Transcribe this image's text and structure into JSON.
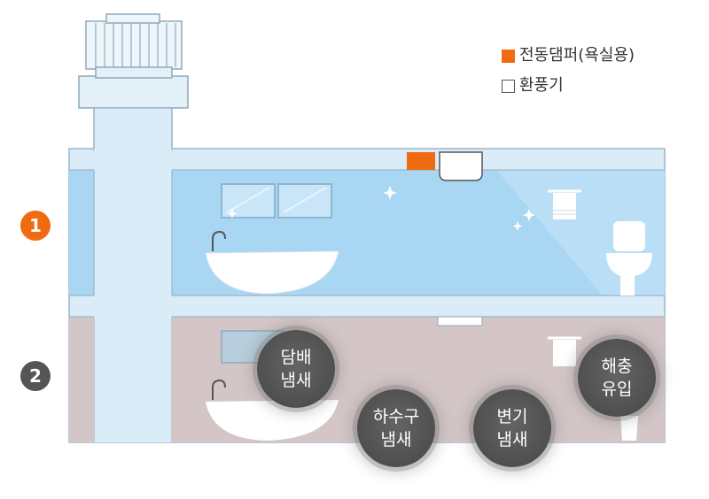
{
  "legend": {
    "damper_label": "전동댐퍼(욕실용)",
    "fan_label": "환풍기",
    "damper_color": "#f06a12"
  },
  "floors": [
    {
      "label": "1",
      "color": "#f06a12"
    },
    {
      "label": "2",
      "color": "#555555"
    }
  ],
  "odor_bubbles": [
    {
      "line1": "담배",
      "line2": "냄새"
    },
    {
      "line1": "하수구",
      "line2": "냄새"
    },
    {
      "line1": "변기",
      "line2": "냄새"
    },
    {
      "line1": "해충",
      "line2": "유입"
    }
  ],
  "colors": {
    "duct": "#d9ecf7",
    "duct_stroke": "#9cb6c8",
    "room_upper": "#a9d6f3",
    "room_lower": "#d4c6c6"
  }
}
